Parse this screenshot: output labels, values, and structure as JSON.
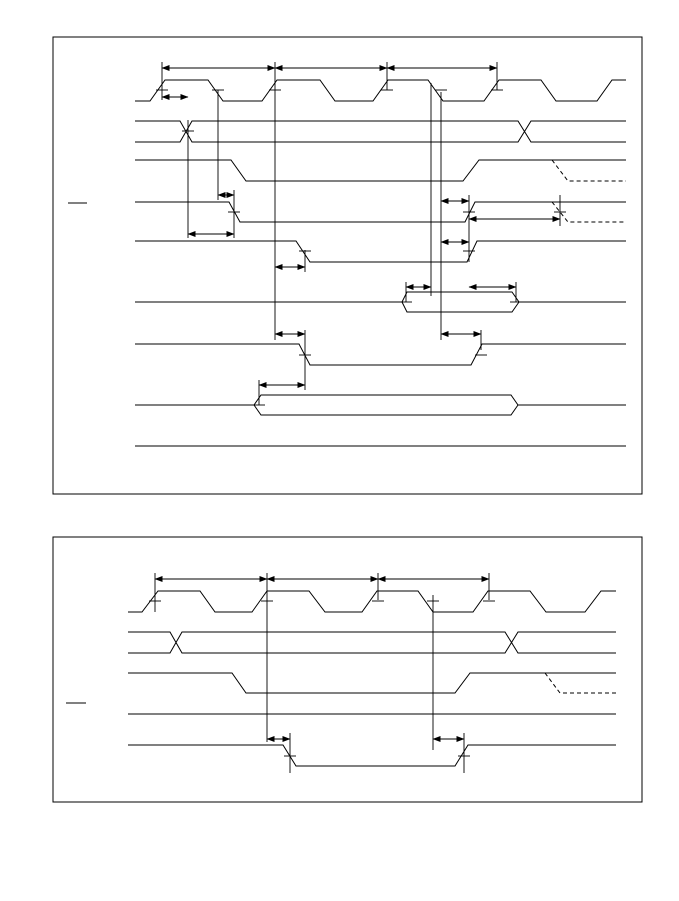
{
  "diagrams": [
    {
      "id": "upper-timing-diagram",
      "signals": [
        {
          "id": "clock",
          "kind": "clock"
        },
        {
          "id": "bus-a",
          "kind": "bus"
        },
        {
          "id": "signal-3",
          "kind": "level"
        },
        {
          "id": "signal-4",
          "kind": "level"
        },
        {
          "id": "signal-5",
          "kind": "level"
        },
        {
          "id": "data-bus-1",
          "kind": "bus"
        },
        {
          "id": "signal-7",
          "kind": "level"
        },
        {
          "id": "data-bus-2",
          "kind": "bus"
        },
        {
          "id": "signal-9",
          "kind": "level"
        }
      ]
    },
    {
      "id": "lower-timing-diagram",
      "signals": [
        {
          "id": "clock",
          "kind": "clock"
        },
        {
          "id": "bus-a",
          "kind": "bus"
        },
        {
          "id": "signal-3",
          "kind": "level"
        },
        {
          "id": "signal-4",
          "kind": "level"
        },
        {
          "id": "signal-5",
          "kind": "level"
        }
      ]
    }
  ]
}
